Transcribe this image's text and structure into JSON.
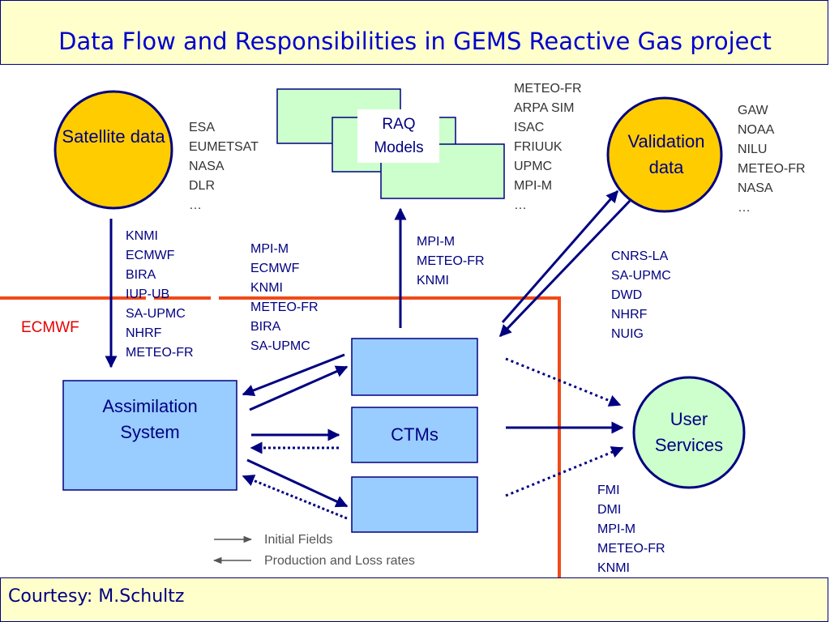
{
  "title": "Data Flow and Responsibilities in GEMS Reactive Gas project",
  "footer": "Courtesy: M.Schultz",
  "ecmwf_label": "ECMWF",
  "nodes": {
    "satellite": "Satellite data",
    "validation": "Validation data",
    "raq": "RAQ Models",
    "assimilation": "Assimilation System",
    "ctms": "CTMs",
    "user_services": "User Services"
  },
  "lists": {
    "satellite_providers": [
      "ESA",
      "EUMETSAT",
      "NASA",
      "DLR",
      "…"
    ],
    "raq_partners": [
      "METEO-FR",
      "ARPA SIM",
      "ISAC",
      "FRIUUK",
      "UPMC",
      "MPI-M",
      "…"
    ],
    "validation_providers": [
      "GAW",
      "NOAA",
      "NILU",
      "METEO-FR",
      "NASA",
      "…"
    ],
    "assimilation_input": [
      "KNMI",
      "ECMWF",
      "BIRA",
      "IUP-UB",
      "SA-UPMC",
      "NHRF",
      "METEO-FR"
    ],
    "ctm_partners": [
      "MPI-M",
      "ECMWF",
      "KNMI",
      "METEO-FR",
      "BIRA",
      "SA-UPMC"
    ],
    "raq_input": [
      "MPI-M",
      "METEO-FR",
      "KNMI"
    ],
    "validation_partners": [
      "CNRS-LA",
      "SA-UPMC",
      "DWD",
      "NHRF",
      "NUIG"
    ],
    "user_service_partners": [
      "FMI",
      "DMI",
      "MPI-M",
      "METEO-FR",
      "KNMI"
    ]
  },
  "legend": {
    "initial_fields": "Initial Fields",
    "production_loss": "Production and Loss rates"
  },
  "colors": {
    "title_text": "#0000cc",
    "banner_bg": "#ffffcc",
    "node_text": "#000080",
    "circle_gold": "#ffcc00",
    "circle_green": "#ccffcc",
    "box_blue": "#99ccff",
    "box_green": "#ccffcc",
    "ecmwf_line": "#f04a1a",
    "arrow": "#000080"
  }
}
